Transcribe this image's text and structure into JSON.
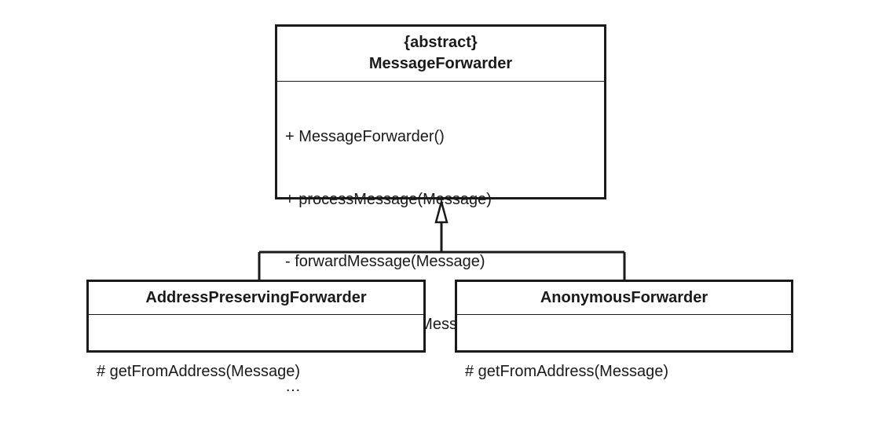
{
  "diagram": {
    "parent_class": {
      "stereotype": "{abstract}",
      "name": "MessageForwarder",
      "operations": [
        "+ MessageForwarder()",
        "+ processMessage(Message)",
        "- forwardMessage(Message)",
        "# getFromAddress(Message) {abstract}",
        "…"
      ]
    },
    "child_classes": [
      {
        "name": "AddressPreservingForwarder",
        "operations": [
          "# getFromAddress(Message)"
        ]
      },
      {
        "name": "AnonymousForwarder",
        "operations": [
          "# getFromAddress(Message)"
        ]
      }
    ],
    "relationship": "generalization",
    "colors": {
      "line": "#1a1a1a",
      "fill": "#ffffff"
    }
  }
}
